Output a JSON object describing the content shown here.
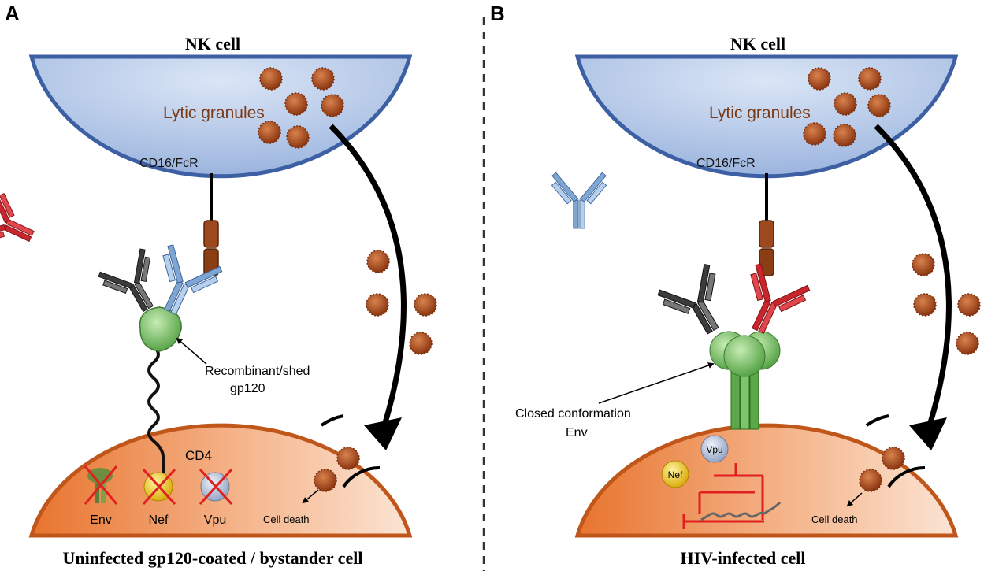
{
  "panel_a": {
    "letter": "A",
    "nk_title": "NK cell",
    "lytic_label": "Lytic granules",
    "receptor_label": "CD16/FcR",
    "gp120_label_line1": "Recombinant/shed",
    "gp120_label_line2": "gp120",
    "cd4_label": "CD4",
    "env_label": "Env",
    "nef_label": "Nef",
    "vpu_label": "Vpu",
    "death_label": "Cell death",
    "caption": "Uninfected gp120-coated / bystander cell"
  },
  "panel_b": {
    "letter": "B",
    "nk_title": "NK cell",
    "lytic_label": "Lytic granules",
    "receptor_label": "CD16/FcR",
    "env_label_line1": "Closed conformation",
    "env_label_line2": "Env",
    "vpu_label": "Vpu",
    "nef_label": "Nef",
    "death_label": "Cell death",
    "caption": "HIV-infected cell"
  },
  "colors": {
    "nk_cell_fill": "#a9c0e4",
    "nk_cell_border": "#3d5fa3",
    "target_cell_fill": "#f2a36c",
    "target_cell_border": "#c0561a",
    "granule": "#a5461c",
    "antibody_red": "#c8262c",
    "antibody_blue": "#8fb3d9",
    "antibody_grey": "#4a4a4a",
    "gp120_green": "#7cc56a",
    "receptor_brown": "#8b3e13",
    "inhibition_red": "#e02020"
  }
}
